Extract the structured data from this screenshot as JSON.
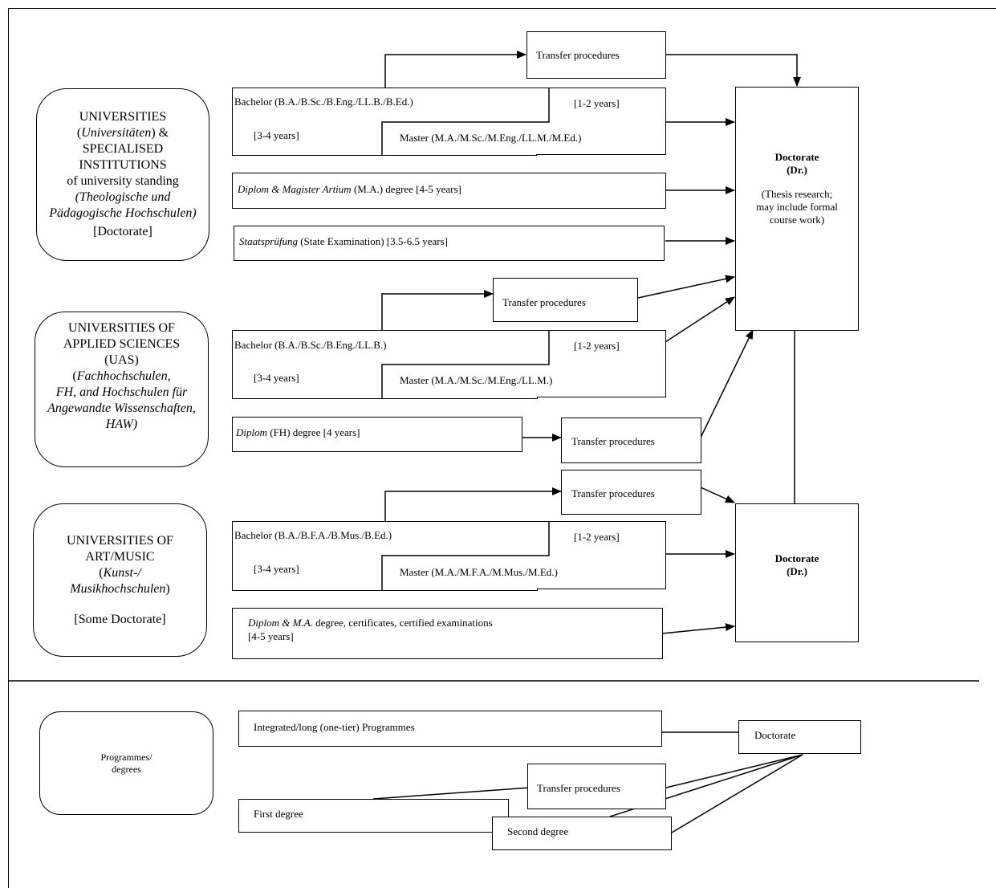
{
  "institutions": {
    "universities": {
      "line1": "UNIVERSITIES",
      "line2_open": "(",
      "line2_italic": "Universitäten",
      "line2_close": ") &",
      "line3": "SPECIALISED",
      "line4": "INSTITUTIONS",
      "line5": "of university standing",
      "line6": "(Theologische und",
      "line7": "Pädagogische Hochschulen)",
      "line8": "[Doctorate]"
    },
    "uas": {
      "line1": "UNIVERSITIES OF",
      "line2": "APPLIED SCIENCES",
      "line3": "(UAS)",
      "line4_open": "(",
      "line4_italic": "Fachhochschulen,",
      "line5": "FH, and Hochschulen für",
      "line6": "Angewandte Wissenschaften,",
      "line7": "HAW)"
    },
    "art": {
      "line1": "UNIVERSITIES OF",
      "line2": "ART/MUSIC",
      "line3_open": "(",
      "line3_italic": "Kunst-/",
      "line4_italic": "Musikhochschulen",
      "line4_close": ")",
      "line5": "[Some Doctorate]"
    }
  },
  "universities_paths": {
    "transfer": "Transfer procedures",
    "bachelor": "Bachelor (B.A./B.Sc./B.Eng./LL.B./B.Ed.)",
    "bachelor_years": "[3-4 years]",
    "master_years": "[1-2 years]",
    "master": "Master (M.A./M.Sc./M.Eng./LL.M./M.Ed.)",
    "diplom_italic": "Diplom & Magister Artium",
    "diplom_rest": " (M.A.) degree [4-5 years]",
    "staats_italic": "Staatsprüfung",
    "staats_rest": " (State Examination) [3.5-6.5 years]"
  },
  "uas_paths": {
    "transfer": "Transfer procedures",
    "bachelor": "Bachelor (B.A./B.Sc./B.Eng./LL.B.)",
    "bachelor_years": "[3-4 years]",
    "master_years": "[1-2 years]",
    "master": "Master (M.A./M.Sc./M.Eng./LL.M.)",
    "diplom_italic": "Diplom",
    "diplom_rest": " (FH) degree [4 years]",
    "diplom_transfer": "Transfer procedures"
  },
  "art_paths": {
    "transfer": "Transfer procedures",
    "bachelor": "Bachelor (B.A./B.F.A./B.Mus./B.Ed.)",
    "bachelor_years": "[3-4 years]",
    "master_years": "[1-2 years]",
    "master": "Master (M.A./M.F.A./M.Mus./M.Ed.)",
    "diplom_italic": "Diplom & M.A.",
    "diplom_rest": " degree, certificates, certified examinations",
    "diplom_years": "[4-5 years]"
  },
  "doctorate_main": {
    "title": "Doctorate",
    "abbr": "(Dr.)",
    "note1": "(Thesis research;",
    "note2": "may include formal",
    "note3": "course work)"
  },
  "doctorate_art": {
    "title": "Doctorate",
    "abbr": "(Dr.)"
  },
  "legend": {
    "label1": "Programmes/",
    "label2": "degrees",
    "integrated": "Integrated/long (one-tier) Programmes",
    "doctorate": "Doctorate",
    "transfer": "Transfer procedures",
    "first": "First degree",
    "second": "Second degree"
  }
}
